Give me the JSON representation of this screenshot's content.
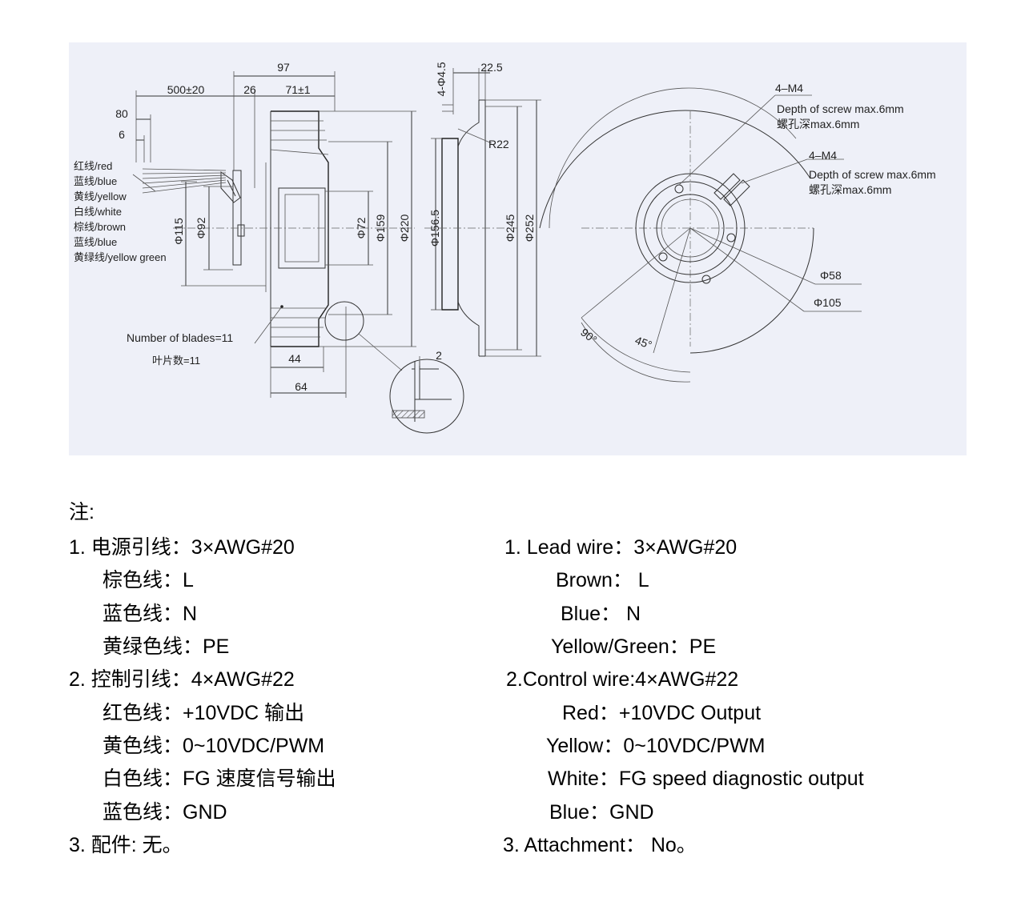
{
  "drawing": {
    "side_view": {
      "dims": {
        "d97": "97",
        "d500": "500±20",
        "d26": "26",
        "d71": "71±1",
        "d80": "80",
        "d6": "6",
        "d115": "Φ115",
        "d92": "Φ92",
        "d72": "Φ72",
        "d159": "Φ159",
        "d220": "Φ220",
        "d44": "44",
        "d64": "64",
        "d2": "2"
      },
      "wires": [
        "红线/red",
        "蓝线/blue",
        "黄线/yellow",
        "白线/white",
        "棕线/brown",
        "蓝线/blue",
        "黄绿线/yellow green"
      ],
      "blades_en": "Number of blades=11",
      "blades_cn": "叶片数=11"
    },
    "section_view": {
      "dims": {
        "d4_5": "4-Φ4.5",
        "d22_5": "22.5",
        "r22": "R22",
        "d156_5": "Φ156.5",
        "d245": "Φ245",
        "d252": "Φ252"
      }
    },
    "front_view": {
      "screw1_spec": "4–M4",
      "screw1_en": "Depth of screw max.6mm",
      "screw1_cn": "螺孔深max.6mm",
      "screw2_spec": "4–M4",
      "screw2_en": "Depth of screw max.6mm",
      "screw2_cn": "螺孔深max.6mm",
      "d58": "Φ58",
      "d105": "Φ105",
      "a90": "90°",
      "a45": "45°"
    }
  },
  "notes": {
    "heading": "注:",
    "cn": [
      "1.  电源引线：3×AWG#20",
      "棕色线：L",
      "蓝色线：N",
      "黄绿色线：PE",
      "2.  控制引线：4×AWG#22",
      "红色线：+10VDC  输出",
      "黄色线：0~10VDC/PWM",
      "白色线：FG 速度信号输出",
      "蓝色线：GND",
      "3.  配件:  无。"
    ],
    "en": [
      "1. Lead wire：3×AWG#20",
      "Brown：   L",
      "Blue：     N",
      "Yellow/Green：PE",
      "2.Control wire:4×AWG#22",
      "Red：+10VDC Output",
      "Yellow：0~10VDC/PWM",
      "White：FG speed diagnostic output",
      "Blue：GND",
      "3. Attachment：   No。"
    ]
  }
}
